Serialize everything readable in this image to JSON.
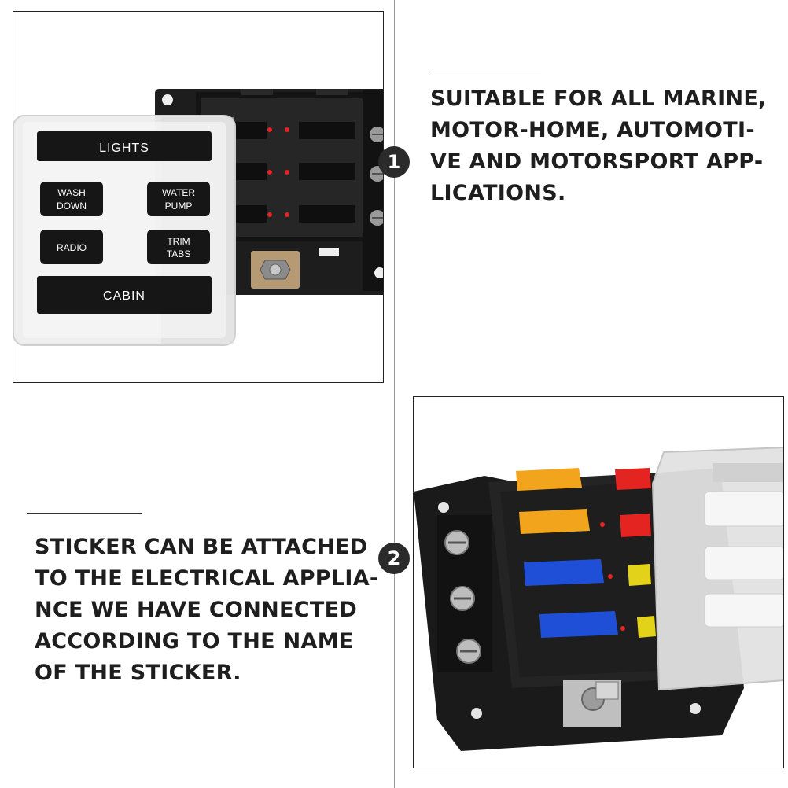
{
  "section1": {
    "badge": "1",
    "caption_lines": [
      "SUITABLE FOR ALL MARINE,",
      "MOTOR-HOME, AUTOMOTI-",
      "VE AND MOTORSPORT APP-",
      "LICATIONS."
    ],
    "sticker_labels": {
      "lights": "LIGHTS",
      "wash_1": "WASH",
      "wash_2": "DOWN",
      "water_1": "WATER",
      "water_2": "PUMP",
      "radio": "RADIO",
      "trim_1": "TRIM",
      "trim_2": "TABS",
      "cabin": "CABIN"
    }
  },
  "section2": {
    "badge": "2",
    "caption_lines": [
      "STICKER CAN BE ATTACHED",
      "TO THE ELECTRICAL APPLIA-",
      "NCE WE HAVE CONNECTED",
      "ACCORDING TO THE NAME",
      "OF THE STICKER."
    ]
  },
  "colors": {
    "fuse_orange": "#f2a51c",
    "fuse_blue": "#1f4fd6",
    "fuse_yellow": "#e3d21a",
    "fuse_red": "#e32420",
    "housing": "#1c1c1c"
  }
}
